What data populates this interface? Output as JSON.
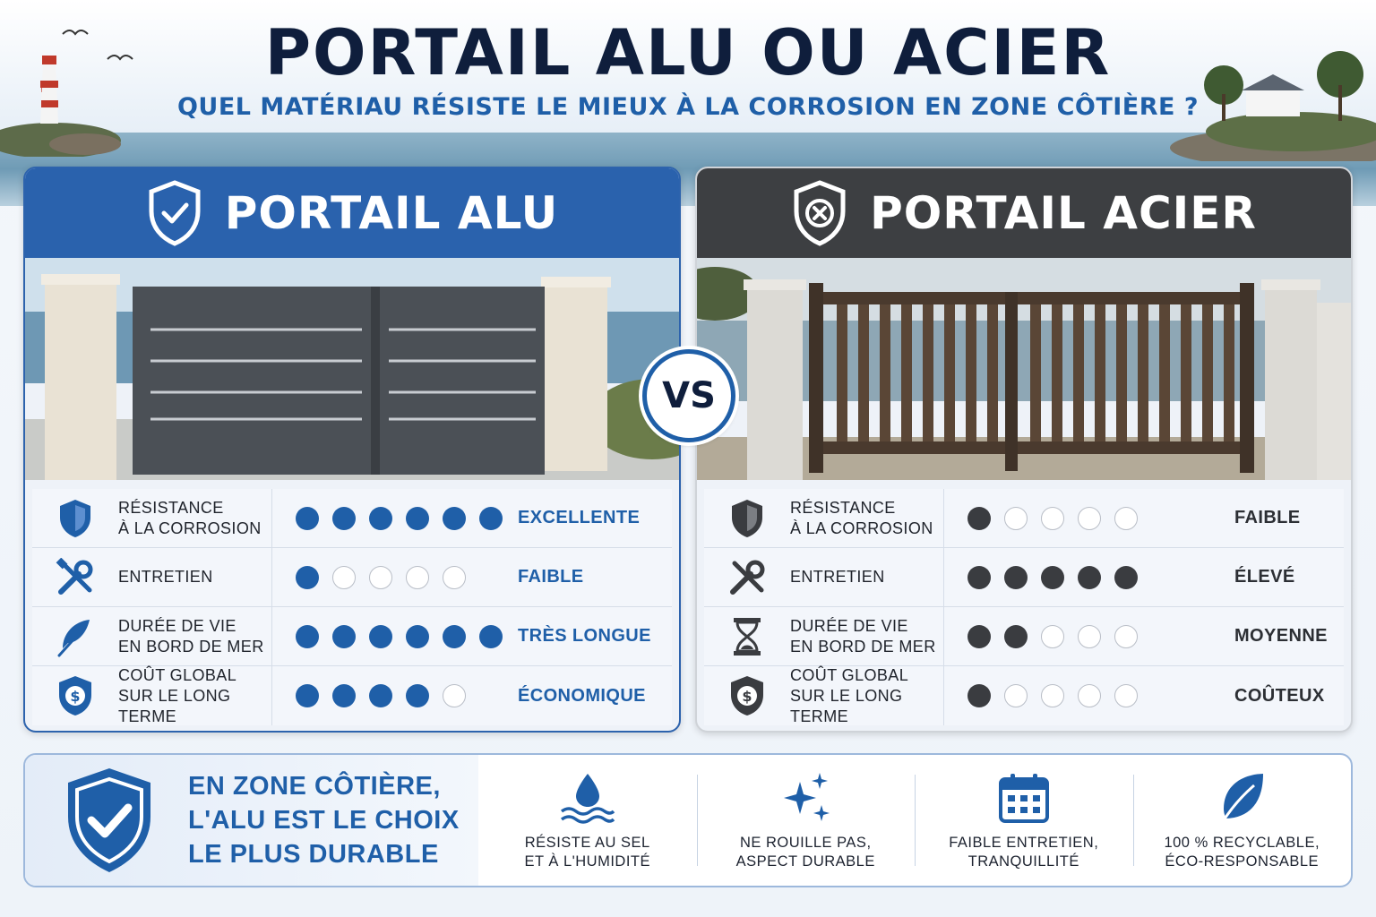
{
  "header": {
    "title": "PORTAIL ALU OU ACIER",
    "subtitle": "QUEL MATÉRIAU RÉSISTE LE MIEUX À LA CORROSION EN ZONE CÔTIÈRE ?"
  },
  "vs_label": "VS",
  "colors": {
    "alu_blue": "#2a62ad",
    "acier_dark": "#3d3f42",
    "title_navy": "#0f1e3c"
  },
  "alu": {
    "title": "PORTAIL ALU",
    "header_icon": "shield-check-icon",
    "rows": [
      {
        "icon": "shield-icon",
        "label_1": "RÉSISTANCE",
        "label_2": "À LA CORROSION",
        "score": 6,
        "max": 6,
        "value": "EXCELLENTE"
      },
      {
        "icon": "tools-icon",
        "label_1": "ENTRETIEN",
        "label_2": "",
        "score": 1,
        "max": 5,
        "value": "FAIBLE"
      },
      {
        "icon": "feather-icon",
        "label_1": "DURÉE DE VIE",
        "label_2": "EN BORD DE MER",
        "score": 6,
        "max": 6,
        "value": "TRÈS LONGUE"
      },
      {
        "icon": "dollar-shield-icon",
        "label_1": "COÛT GLOBAL",
        "label_2": "SUR LE LONG TERME",
        "score": 4,
        "max": 5,
        "value": "ÉCONOMIQUE"
      }
    ]
  },
  "acier": {
    "title": "PORTAIL ACIER",
    "header_icon": "shield-x-icon",
    "rows": [
      {
        "icon": "shield-icon",
        "label_1": "RÉSISTANCE",
        "label_2": "À LA CORROSION",
        "score": 1,
        "max": 5,
        "value": "FAIBLE"
      },
      {
        "icon": "tools-icon",
        "label_1": "ENTRETIEN",
        "label_2": "",
        "score": 5,
        "max": 5,
        "value": "ÉLEVÉ"
      },
      {
        "icon": "hourglass-icon",
        "label_1": "DURÉE DE VIE",
        "label_2": "EN BORD DE MER",
        "score": 2,
        "max": 5,
        "value": "MOYENNE"
      },
      {
        "icon": "dollar-shield-icon",
        "label_1": "COÛT GLOBAL",
        "label_2": "SUR LE LONG TERME",
        "score": 1,
        "max": 5,
        "value": "COÛTEUX"
      }
    ]
  },
  "banner": {
    "line_1": "EN ZONE CÔTIÈRE,",
    "line_2": "L'ALU EST LE CHOIX",
    "line_3": "LE PLUS DURABLE",
    "features": [
      {
        "icon": "water-drop-icon",
        "line_1": "RÉSISTE AU SEL",
        "line_2": "ET À L'HUMIDITÉ"
      },
      {
        "icon": "sparkles-icon",
        "line_1": "NE ROUILLE PAS,",
        "line_2": "ASPECT DURABLE"
      },
      {
        "icon": "calendar-icon",
        "line_1": "FAIBLE ENTRETIEN,",
        "line_2": "TRANQUILLITÉ"
      },
      {
        "icon": "leaf-icon",
        "line_1": "100 % RECYCLABLE,",
        "line_2": "ÉCO-RESPONSABLE"
      }
    ]
  }
}
